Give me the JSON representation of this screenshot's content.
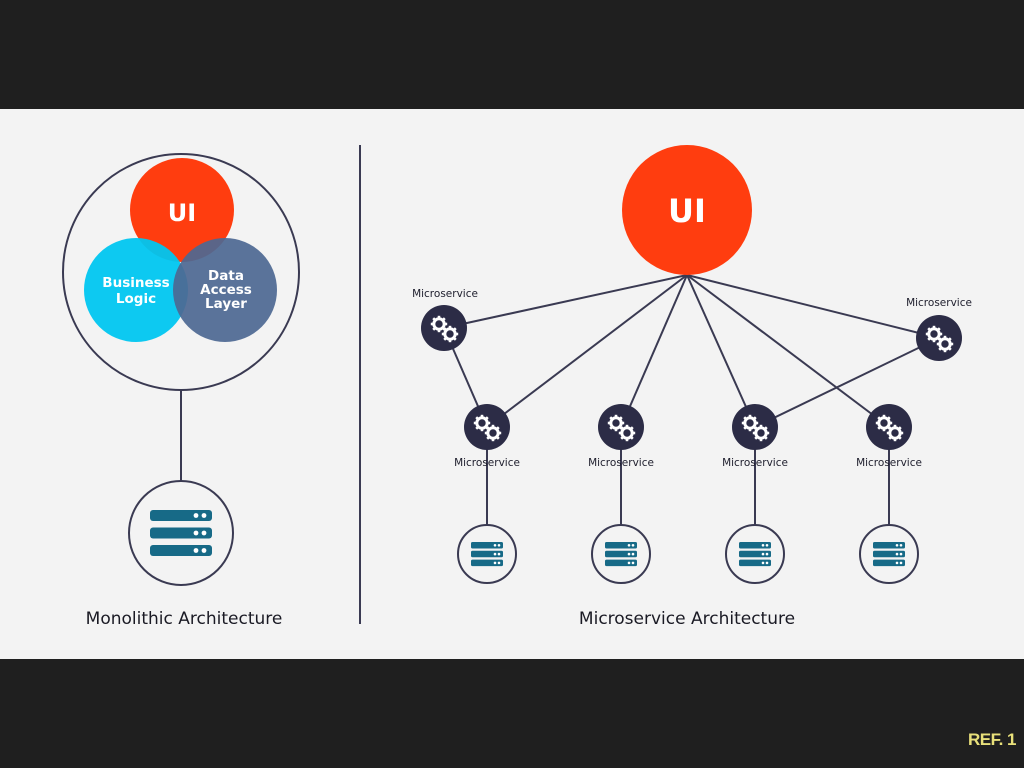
{
  "monolith": {
    "ui_label": "UI",
    "business_label_line1": "Business",
    "business_label_line2": "Logic",
    "data_label_line1": "Data",
    "data_label_line2": "Access",
    "data_label_line3": "Layer",
    "caption": "Monolithic Architecture"
  },
  "microservice": {
    "ui_label": "UI",
    "service_label": "Microservice",
    "service_count": 6,
    "caption": "Microservice Architecture"
  },
  "ref_label": "REF. 1",
  "colors": {
    "background": "#1f1f1f",
    "panel": "#f3f3f3",
    "ui": "#ff3d0f",
    "business": "#00c6f0",
    "data_layer": "#4d6892",
    "node": "#2c2c46",
    "database": "#176a87",
    "line": "#3a3a52"
  },
  "icons": {
    "service": "gears-icon",
    "database": "server-stack-icon"
  }
}
